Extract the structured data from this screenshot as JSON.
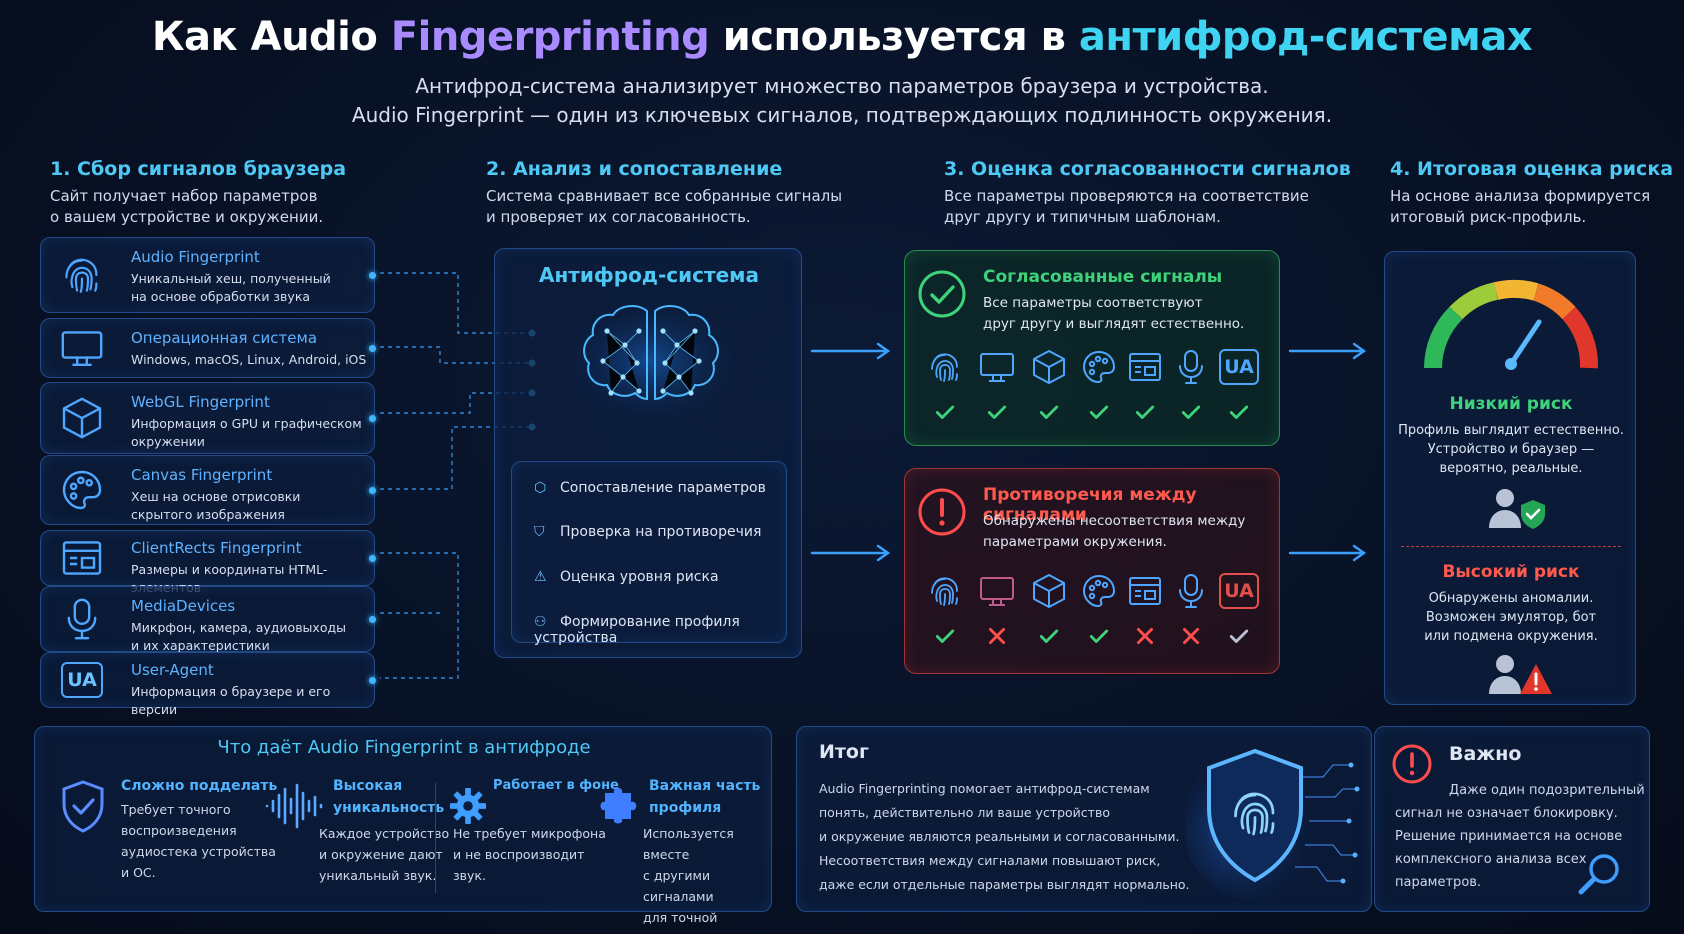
{
  "header": {
    "title_part1": "Как Audio ",
    "title_part2": "Fingerprinting",
    "title_part3": " используется в ",
    "title_part4": "антифрод-системах",
    "subtitle_line1": "Антифрод-система анализирует множество параметров браузера и устройства.",
    "subtitle_line2": "Audio Fingerprint — один из ключевых сигналов, подтверждающих подлинность окружения."
  },
  "step1": {
    "title": "1.  Сбор сигналов браузера",
    "desc_line1": "Сайт получает набор параметров",
    "desc_line2": "о вашем устройстве и окружении.",
    "signals": [
      {
        "name": "Audio Fingerprint",
        "desc1": "Уникальный хеш, полученный",
        "desc2": "на основе обработки звука",
        "icon": "fingerprint-icon"
      },
      {
        "name": "Операционная система",
        "desc1": "Windows, macOS, Linux, Android, iOS",
        "desc2": "",
        "icon": "monitor-icon"
      },
      {
        "name": "WebGL Fingerprint",
        "desc1": "Информация о GPU и графическом",
        "desc2": "окружении",
        "icon": "cube-icon"
      },
      {
        "name": "Canvas Fingerprint",
        "desc1": "Хеш на основе отрисовки",
        "desc2": "скрытого изображения",
        "icon": "palette-icon"
      },
      {
        "name": "ClientRects Fingerprint",
        "desc1": "Размеры и координаты HTML-элементов",
        "desc2": "",
        "icon": "layout-icon"
      },
      {
        "name": "MediaDevices",
        "desc1": "Микрфон, камера, аудиовыходы",
        "desc2": "и их характеристики",
        "icon": "microphone-icon"
      },
      {
        "name": "User-Agent",
        "desc1": "Информация о браузере и его версии",
        "desc2": "",
        "icon": "ua-icon",
        "icon_text": "UA"
      }
    ]
  },
  "step2": {
    "title": "2.  Анализ и сопоставление",
    "desc_line1": "Система сравнивает все собранные сигналы",
    "desc_line2": "и проверяет их согласованность.",
    "panel_title": "Антифрод-система",
    "items": [
      "Сопоставление параметров",
      "Проверка на противоречия",
      "Оценка уровня риска",
      "Формирование профиля устройства"
    ]
  },
  "step3": {
    "title": "3.  Оценка согласованности сигналов",
    "desc_line1": "Все параметры проверяются на соответствие",
    "desc_line2": "друг другу и типичным шаблонам.",
    "consistent": {
      "title": "Согласованные сигналы",
      "desc1": "Все параметры соответствуют",
      "desc2": "друг другу и выглядят естественно.",
      "ua_text": "UA",
      "marks": [
        "ok",
        "ok",
        "ok",
        "ok",
        "ok",
        "ok",
        "ok"
      ]
    },
    "contradictions": {
      "title": "Противоречия между сигналами",
      "desc1": "Обнаружены несоответствия между",
      "desc2": "параметрами окружения.",
      "ua_text": "UA",
      "marks": [
        "ok",
        "fail",
        "ok",
        "ok",
        "fail",
        "fail",
        "neutral"
      ]
    },
    "colors": {
      "ok": "#3ed27a",
      "fail": "#ff4d4d",
      "neutral": "#b9c2d4"
    }
  },
  "step4": {
    "title": "4.  Итоговая оценка риска",
    "desc_line1": "На основе анализа формируется",
    "desc_line2": "итоговый риск-профиль.",
    "low": {
      "title": "Низкий риск",
      "desc1": "Профиль выглядит естественно.",
      "desc2": "Устройство и браузер —",
      "desc3": "вероятно, реальные."
    },
    "high": {
      "title": "Высокий риск",
      "desc1": "Обнаружены аномалии.",
      "desc2": "Возможен эмулятор, бот",
      "desc3": "или подмена окружения."
    }
  },
  "benefits": {
    "title": "Что даёт Audio Fingerprint в антифроде",
    "items": [
      {
        "t1": "Сложно подделать",
        "t2": "",
        "d": [
          "Требует точного",
          "воспроизведения",
          "аудиостека устройства",
          "и ОС."
        ],
        "icon": "shield-check-icon"
      },
      {
        "t1": "Высокая",
        "t2": "уникальность",
        "d": [
          "Каждое устройство",
          "и окружение дают",
          "уникальный звук."
        ],
        "icon": "waveform-icon"
      },
      {
        "t1": "Работает в фоне",
        "t2": "",
        "d": [
          "Не требует микрофона",
          "и не воспроизводит",
          "звук."
        ],
        "icon": "gear-icon"
      },
      {
        "t1": "Важная часть",
        "t2": "профиля",
        "d": [
          "Используется вместе",
          "с другими сигналами",
          "для точной оценки."
        ],
        "icon": "puzzle-icon"
      }
    ]
  },
  "summary": {
    "title": "Итог",
    "lines": [
      "Audio Fingerprinting помогает антифрод-системам",
      "понять, действительно ли ваше устройство",
      "и окружение являются реальными и согласованными.",
      "Несоответствия между сигналами повышают риск,",
      "даже если отдельные параметры выглядят нормально."
    ]
  },
  "important": {
    "title": "Важно",
    "lines": [
      "Даже один подозрительный",
      "сигнал не означает блокировку.",
      "Решение принимается на основе",
      "комплексного анализа всех",
      "параметров."
    ]
  }
}
